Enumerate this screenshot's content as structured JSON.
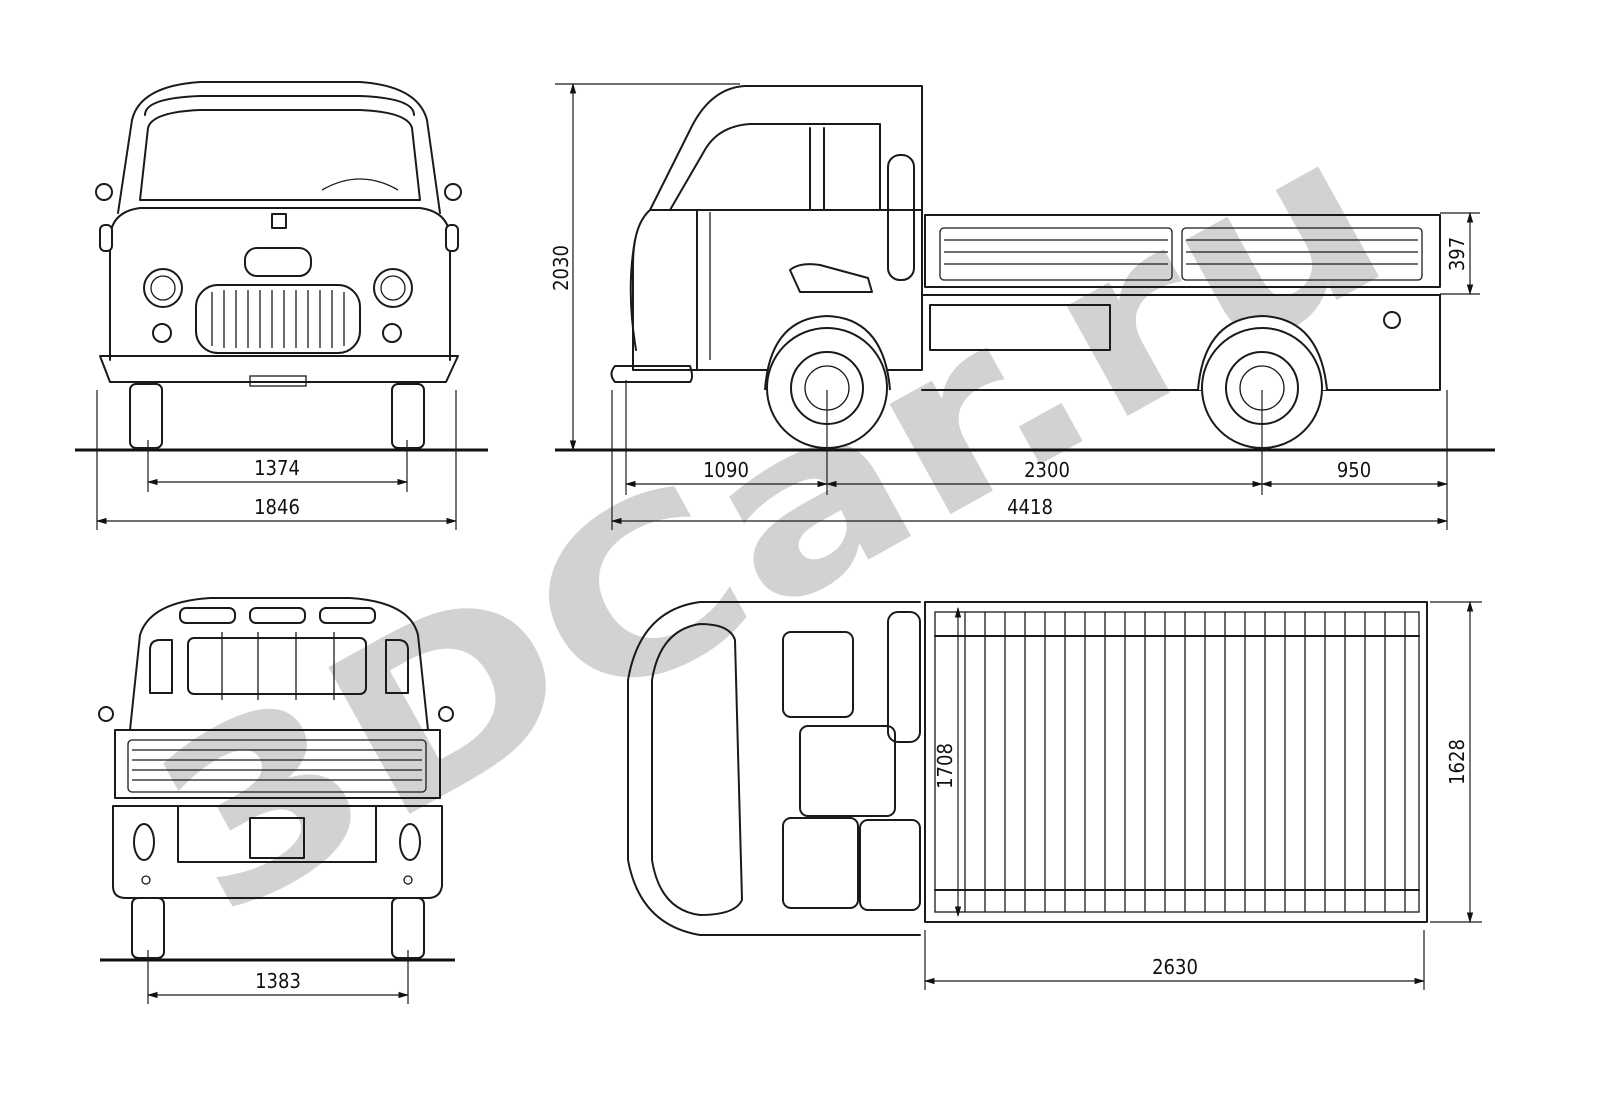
{
  "watermark": {
    "text": "3DCar.ru",
    "color": "#d2d2d2"
  },
  "dimensions": {
    "front_track": "1374",
    "overall_width": "1846",
    "rear_track": "1383",
    "overall_height": "2030",
    "side_panel_height": "397",
    "front_overhang": "1090",
    "wheelbase": "2300",
    "rear_overhang": "950",
    "overall_length": "4418",
    "bed_length": "2630",
    "bed_inner_width": "1708",
    "bed_outer_width": "1628"
  },
  "views": {
    "front": "front-view",
    "rear": "rear-view",
    "side": "side-view",
    "top": "top-view"
  },
  "colors": {
    "line": "#1a1a1a",
    "paper": "#ffffff"
  }
}
